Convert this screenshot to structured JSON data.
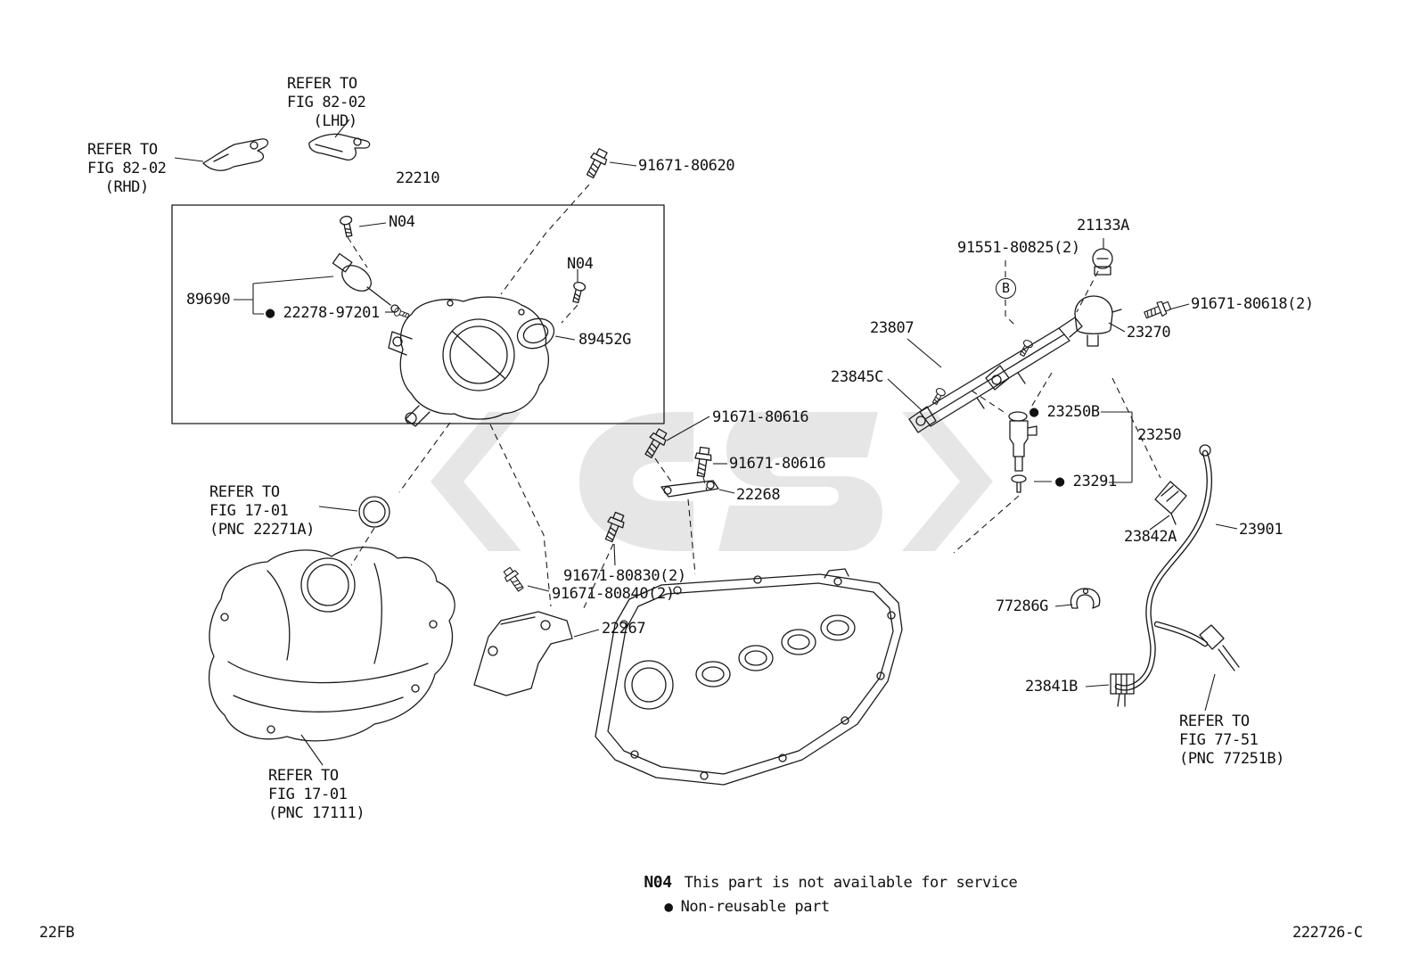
{
  "page": {
    "sheet_code": "22FB",
    "drawing_number": "222726-C"
  },
  "legend": {
    "n04_symbol": "N04",
    "n04_text": "This part is not available for service",
    "nonreusable_symbol": "●",
    "nonreusable_text": "Non-reusable part"
  },
  "callouts": {
    "refer_fig82_rhd": "REFER TO\nFIG 82-02\n  (RHD)",
    "refer_fig82_lhd": "REFER TO\nFIG 82-02\n   (LHD)",
    "p22210": "22210",
    "p91671_80620": "91671-80620",
    "n04_throttle_screw": "N04",
    "n04_gasket_screw": "N04",
    "p89690": "89690",
    "p22278_97201": "● 22278-97201",
    "p89452g": "89452G",
    "p21133a": "21133A",
    "p91551_80825": "91551-80825(2)",
    "view_b": "B",
    "p91671_80618": "91671-80618(2)",
    "p23807": "23807",
    "p23270": "23270",
    "p23845c": "23845C",
    "p23250b": "● 23250B",
    "p23250": "23250",
    "p91671_80616_upper": "91671-80616",
    "p91671_80616_lower": "91671-80616",
    "p22268": "22268",
    "p23291": "● 23291",
    "p23842a": "23842A",
    "p23901": "23901",
    "refer_fig17_oring": "REFER TO\nFIG 17-01\n(PNC 22271A)",
    "p91671_80830": "91671-80830(2)",
    "p91671_80840": "91671-80840(2)",
    "p22267": "22267",
    "p77286g": "77286G",
    "p23841b": "23841B",
    "refer_fig77": "REFER TO\nFIG 77-51\n(PNC 77251B)",
    "refer_fig17_manifold": "REFER TO\nFIG 17-01\n(PNC 17111)"
  }
}
